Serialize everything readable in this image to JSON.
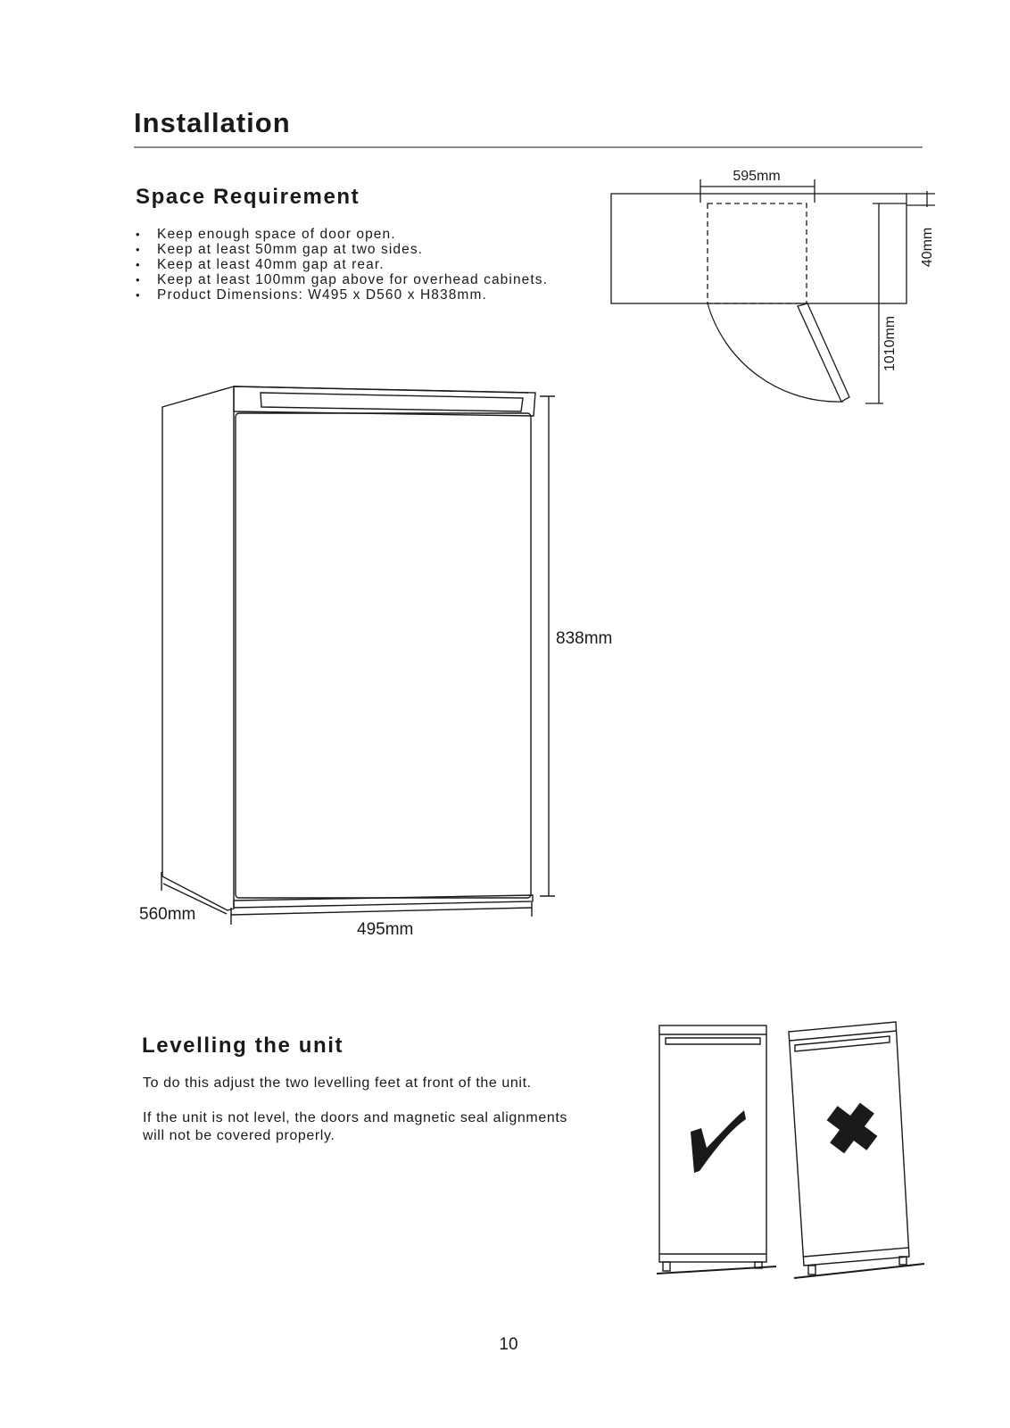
{
  "page": {
    "title": "Installation",
    "page_number": "10"
  },
  "space_requirement": {
    "heading": "Space Requirement",
    "bullets": [
      "Keep enough space of door open.",
      "Keep at least 50mm gap at two sides.",
      "Keep at least 40mm gap at rear.",
      "Keep at least 100mm gap above for overhead cabinets.",
      "Product Dimensions: W495 x D560 x H838mm."
    ]
  },
  "top_view_diagram": {
    "width_label": "595mm",
    "rear_gap_label": "40mm",
    "door_swing_label": "1010mm"
  },
  "fridge_diagram": {
    "height_label": "838mm",
    "depth_label": "560mm",
    "width_label": "495mm"
  },
  "levelling": {
    "heading": "Levelling the unit",
    "paragraph_1": "To do this adjust the two levelling feet at front of the unit.",
    "paragraph_2": "If the unit is not level, the doors and magnetic seal alignments will not be covered properly.",
    "correct_icon": "check-mark-icon",
    "incorrect_icon": "cross-mark-icon"
  }
}
